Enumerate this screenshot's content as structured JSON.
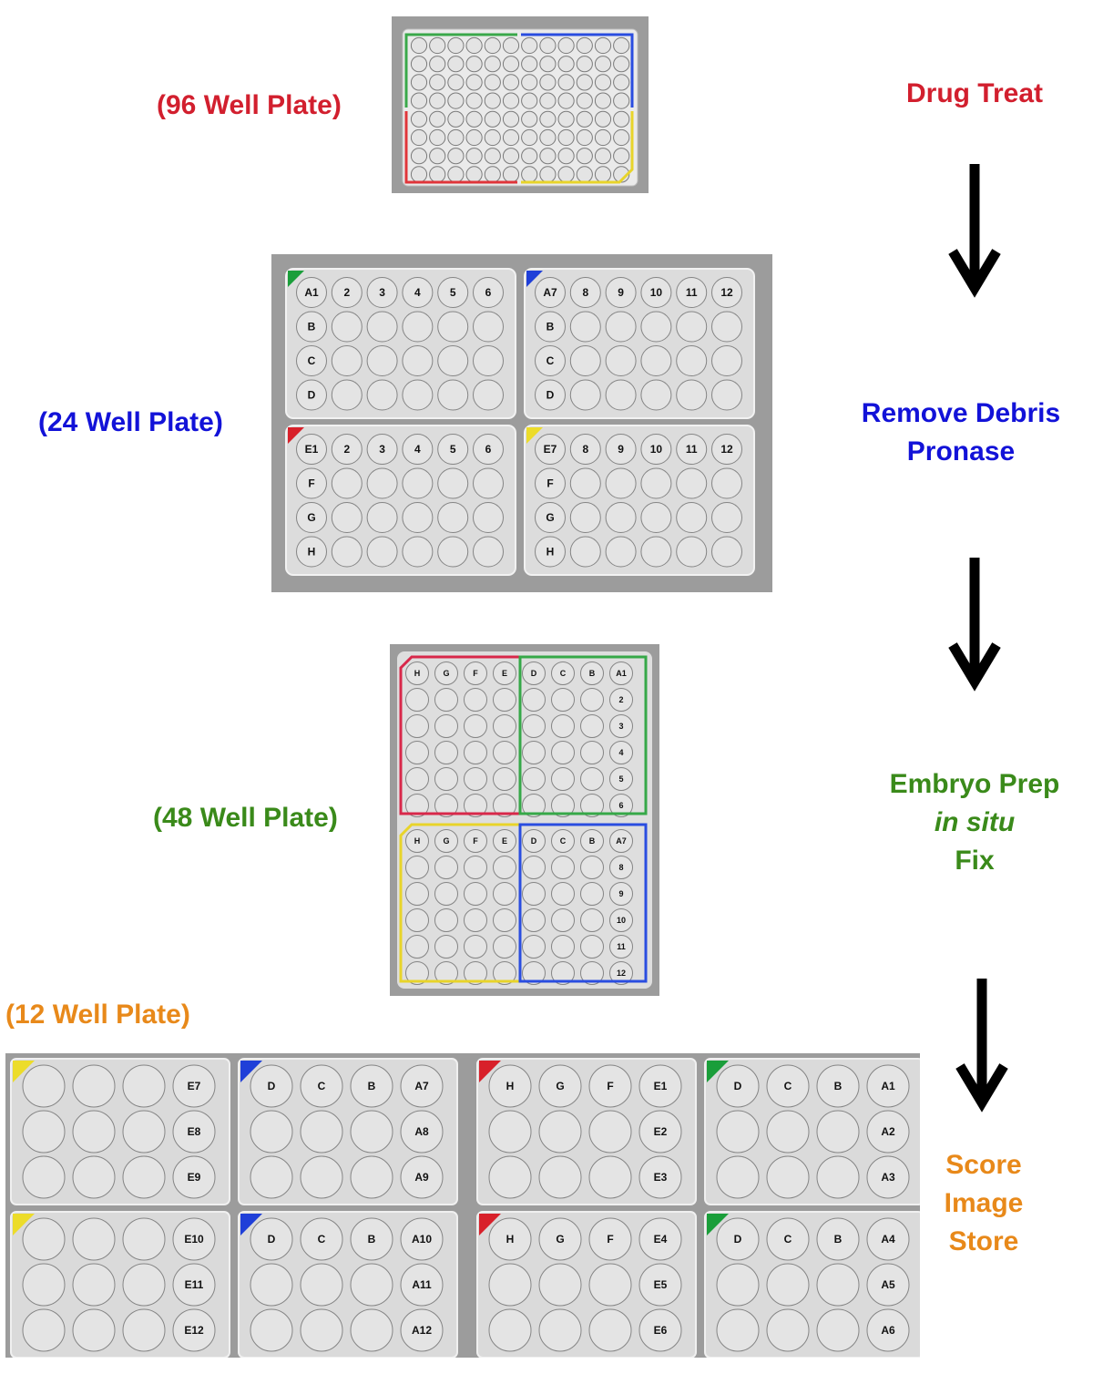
{
  "colors": {
    "red": "#d21f2e",
    "blue": "#1212d8",
    "green": "#3a8a1a",
    "orange": "#e8891a",
    "plate_bg": "#9c9c9c",
    "well_fill": "#e4e4e4",
    "tape_green": "#1a9e3a",
    "tape_blue": "#1f3fd8",
    "tape_red": "#d8202a",
    "tape_yellow": "#ecdc2a"
  },
  "plates": {
    "p96": {
      "label": "(96 Well Plate)"
    },
    "p24": {
      "label": "(24 Well Plate)",
      "quadrants": [
        {
          "tape": "tape_green",
          "cols": [
            "A1",
            "2",
            "3",
            "4",
            "5",
            "6"
          ],
          "rows": [
            "",
            "B",
            "C",
            "D"
          ]
        },
        {
          "tape": "tape_blue",
          "cols": [
            "A7",
            "8",
            "9",
            "10",
            "11",
            "12"
          ],
          "rows": [
            "",
            "B",
            "C",
            "D"
          ]
        },
        {
          "tape": "tape_red",
          "cols": [
            "E1",
            "2",
            "3",
            "4",
            "5",
            "6"
          ],
          "rows": [
            "",
            "F",
            "G",
            "H"
          ]
        },
        {
          "tape": "tape_yellow",
          "cols": [
            "E7",
            "8",
            "9",
            "10",
            "11",
            "12"
          ],
          "rows": [
            "",
            "F",
            "G",
            "H"
          ]
        }
      ]
    },
    "p48": {
      "label": "(48 Well Plate)",
      "top": {
        "cols": [
          "H",
          "G",
          "F",
          "E",
          "D",
          "C",
          "B",
          "A1"
        ],
        "rows": [
          "",
          "2",
          "3",
          "4",
          "5",
          "6"
        ]
      },
      "bottom": {
        "cols": [
          "H",
          "G",
          "F",
          "E",
          "D",
          "C",
          "B",
          "A7"
        ],
        "rows": [
          "",
          "8",
          "9",
          "10",
          "11",
          "12"
        ]
      }
    },
    "p12": {
      "label": "(12 Well Plate)",
      "plates": [
        {
          "tape": "tape_yellow",
          "cells": [
            "",
            "",
            "",
            "E7",
            "",
            "",
            "",
            "E8",
            "",
            "",
            "",
            "E9"
          ]
        },
        {
          "tape": "tape_blue",
          "cells": [
            "D",
            "C",
            "B",
            "A7",
            "",
            "",
            "",
            "A8",
            "",
            "",
            "",
            "A9"
          ]
        },
        {
          "tape": "tape_red",
          "cells": [
            "H",
            "G",
            "F",
            "E1",
            "",
            "",
            "",
            "E2",
            "",
            "",
            "",
            "E3"
          ]
        },
        {
          "tape": "tape_green",
          "cells": [
            "D",
            "C",
            "B",
            "A1",
            "",
            "",
            "",
            "A2",
            "",
            "",
            "",
            "A3"
          ]
        },
        {
          "tape": "tape_yellow",
          "cells": [
            "",
            "",
            "",
            "E10",
            "",
            "",
            "",
            "E11",
            "",
            "",
            "",
            "E12"
          ]
        },
        {
          "tape": "tape_blue",
          "cells": [
            "D",
            "C",
            "B",
            "A10",
            "",
            "",
            "",
            "A11",
            "",
            "",
            "",
            "A12"
          ]
        },
        {
          "tape": "tape_red",
          "cells": [
            "H",
            "G",
            "F",
            "E4",
            "",
            "",
            "",
            "E5",
            "",
            "",
            "",
            "E6"
          ]
        },
        {
          "tape": "tape_green",
          "cells": [
            "D",
            "C",
            "B",
            "A4",
            "",
            "",
            "",
            "A5",
            "",
            "",
            "",
            "A6"
          ]
        }
      ]
    }
  },
  "steps": {
    "drug": "Drug Treat",
    "debris1": "Remove Debris",
    "debris2": "Pronase",
    "embryo1": "Embryo Prep",
    "embryo2": "in situ",
    "embryo3": "Fix",
    "score1": "Score",
    "score2": "Image",
    "score3": "Store"
  }
}
